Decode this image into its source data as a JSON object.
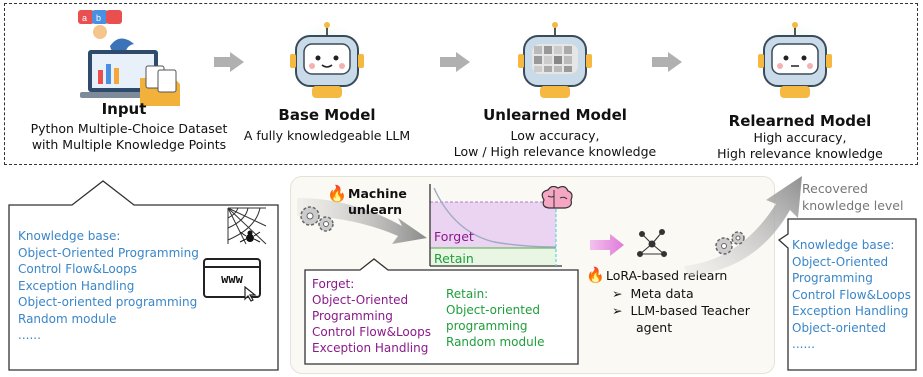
{
  "stages": [
    {
      "title": "Input",
      "subtitle_lines": [
        "Python Multiple-Choice Dataset",
        "with Multiple Knowledge Points"
      ]
    },
    {
      "title": "Base Model",
      "subtitle_lines": [
        "A fully knowledgeable LLM"
      ]
    },
    {
      "title": "Unlearned Model",
      "subtitle_lines": [
        "Low accuracy,",
        "Low / High relevance knowledge"
      ]
    },
    {
      "title": "Relearned Model",
      "subtitle_lines": [
        "High accuracy,",
        "High relevance knowledge"
      ]
    }
  ],
  "left_kb": {
    "title": "Knowledge base:",
    "items": [
      "Object-Oriented Programming",
      "Control Flow&Loops",
      "Exception Handling",
      "Object-oriented programming",
      "Random module",
      "......"
    ],
    "web_label": "www"
  },
  "center": {
    "machine_unlearn": [
      "Machine",
      "unlearn"
    ],
    "forget_label": "Forget",
    "retain_label": "Retain",
    "forget_box": {
      "title": "Forget:",
      "items": [
        "Object-Oriented",
        "Programming",
        "Control Flow&Loops",
        "Exception Handling"
      ]
    },
    "retain_box": {
      "title": "Retain:",
      "items": [
        "Object-oriented",
        "programming",
        "Random module"
      ]
    },
    "lora_title": "LoRA-based relearn",
    "lora_items": [
      "Meta data",
      "LLM-based Teacher",
      "agent"
    ],
    "bullet": "➢"
  },
  "recovered": [
    "Recovered",
    "knowledge level"
  ],
  "right_kb": {
    "title": "Knowledge base:",
    "items": [
      "Object-Oriented",
      "Programming",
      "Control Flow&Loops",
      "Exception Handling",
      "Object-oriented",
      "......"
    ]
  },
  "colors": {
    "kb_blue": "#3a86c8",
    "forget_purple": "#8a1a8a",
    "retain_green": "#1f9e3c",
    "arrow_grey": "#b0b0b0",
    "magenta_arrow": "#e07ad8"
  }
}
